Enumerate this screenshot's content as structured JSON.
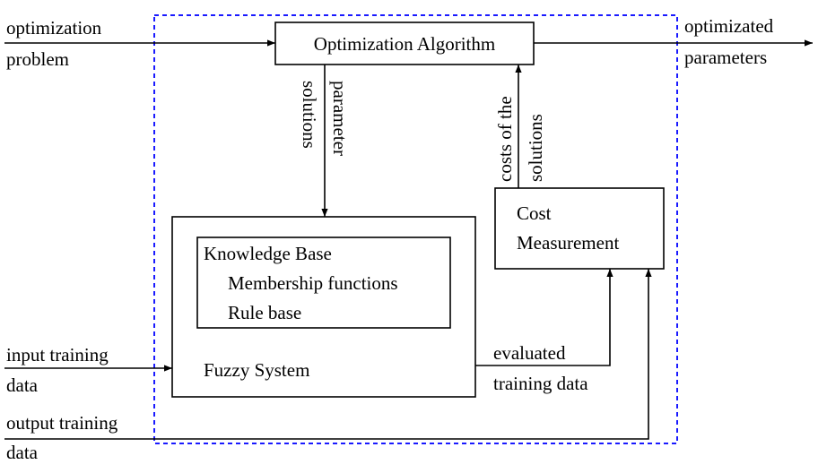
{
  "labels": {
    "optimization_problem": [
      "optimization",
      "problem"
    ],
    "optimized_parameters": [
      "optimizated",
      "parameters"
    ],
    "optimization_algorithm": "Optimization Algorithm",
    "parameter_solutions": [
      "parameter",
      "solutions"
    ],
    "costs_of_solutions": [
      "costs of the",
      "solutions"
    ],
    "cost_measurement": [
      "Cost",
      "Measurement"
    ],
    "knowledge_base": "Knowledge Base",
    "membership_functions": "Membership functions",
    "rule_base": "Rule base",
    "fuzzy_system": "Fuzzy System",
    "input_training_data": [
      "input training",
      "data"
    ],
    "evaluated_training_data": [
      "evaluated",
      "training data"
    ],
    "output_training_data": [
      "output training",
      "data"
    ]
  },
  "colors": {
    "boundary": "#1a1aff",
    "stroke": "#000000"
  }
}
